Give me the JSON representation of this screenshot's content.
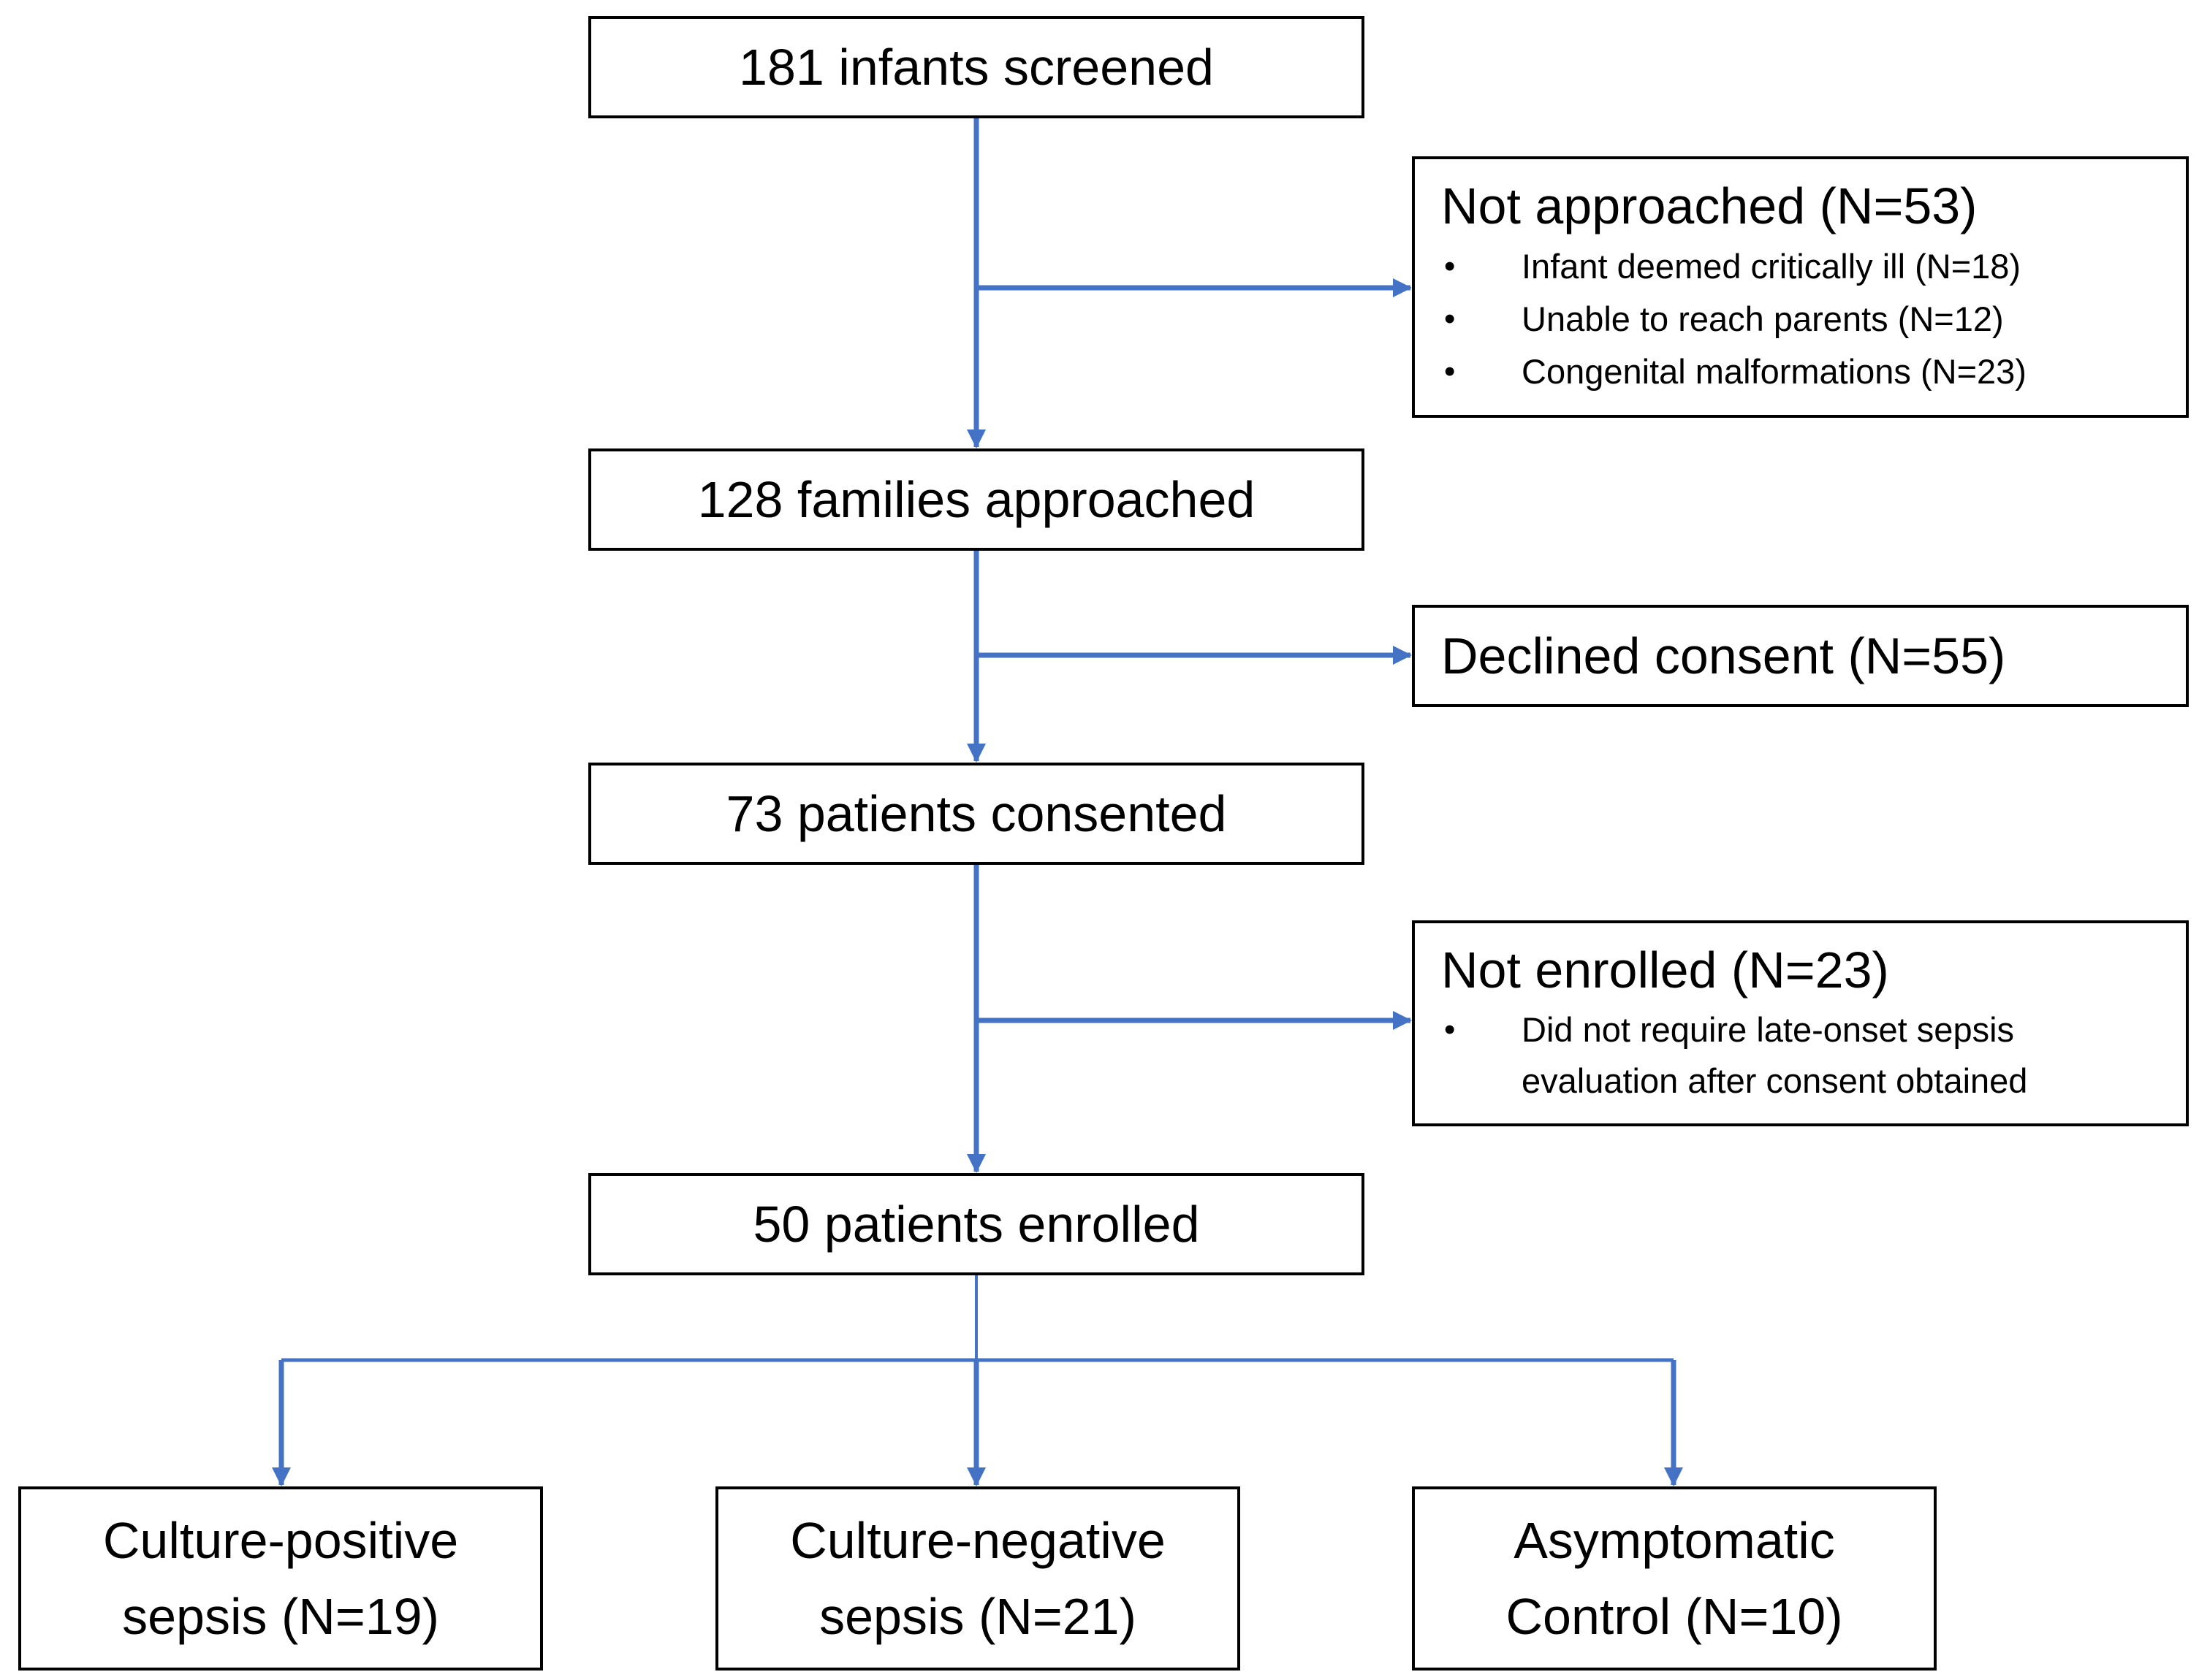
{
  "diagram": {
    "colors": {
      "connector": "#4472c4",
      "box_border": "#000000",
      "text": "#000000",
      "background": "#ffffff"
    },
    "main_flow": [
      {
        "id": "screened",
        "label": "181 infants screened"
      },
      {
        "id": "approached",
        "label": "128 families approached"
      },
      {
        "id": "consented",
        "label": "73 patients consented"
      },
      {
        "id": "enrolled",
        "label": "50 patients enrolled"
      }
    ],
    "exclusions": [
      {
        "id": "not-approached",
        "title": "Not approached (N=53)",
        "bullets": [
          "Infant deemed critically ill (N=18)",
          "Unable to reach parents (N=12)",
          "Congenital malformations (N=23)"
        ]
      },
      {
        "id": "declined",
        "title": "Declined consent (N=55)",
        "bullets": []
      },
      {
        "id": "not-enrolled",
        "title": "Not enrolled (N=23)",
        "bullets": [
          "Did not require late-onset sepsis evaluation after consent obtained"
        ]
      }
    ],
    "groups": [
      {
        "id": "culture-positive",
        "line1": "Culture-positive",
        "line2": "sepsis (N=19)"
      },
      {
        "id": "culture-negative",
        "line1": "Culture-negative",
        "line2": "sepsis (N=21)"
      },
      {
        "id": "asymptomatic",
        "line1": "Asymptomatic",
        "line2": "Control (N=10)"
      }
    ],
    "bullet_glyph": "•"
  }
}
